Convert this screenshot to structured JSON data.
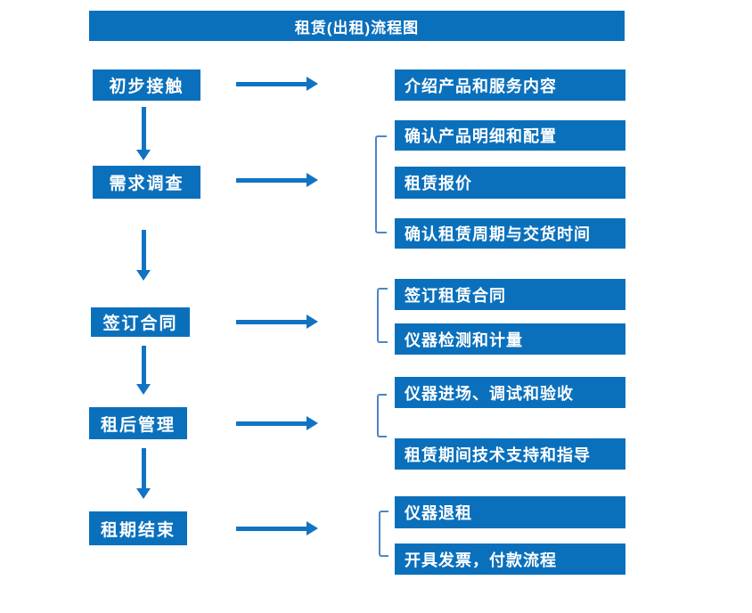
{
  "title": "租赁(出租)流程图",
  "colors": {
    "box_blue": "#0b70bc",
    "arrow_blue": "#1173c4",
    "bracket_blue": "#4e86c6",
    "text_white": "#ffffff"
  },
  "steps": [
    {
      "label": "初步接触",
      "details": [
        "介绍产品和服务内容"
      ]
    },
    {
      "label": "需求调查",
      "details": [
        "确认产品明细和配置",
        "租赁报价",
        "确认租赁周期与交货时间"
      ]
    },
    {
      "label": "签订合同",
      "details": [
        "签订租赁合同",
        "仪器检测和计量"
      ]
    },
    {
      "label": "租后管理",
      "details": [
        "仪器进场、调试和验收",
        "租赁期间技术支持和指导"
      ]
    },
    {
      "label": "租期结束",
      "details": [
        "仪器退租",
        "开具发票，付款流程"
      ]
    }
  ]
}
